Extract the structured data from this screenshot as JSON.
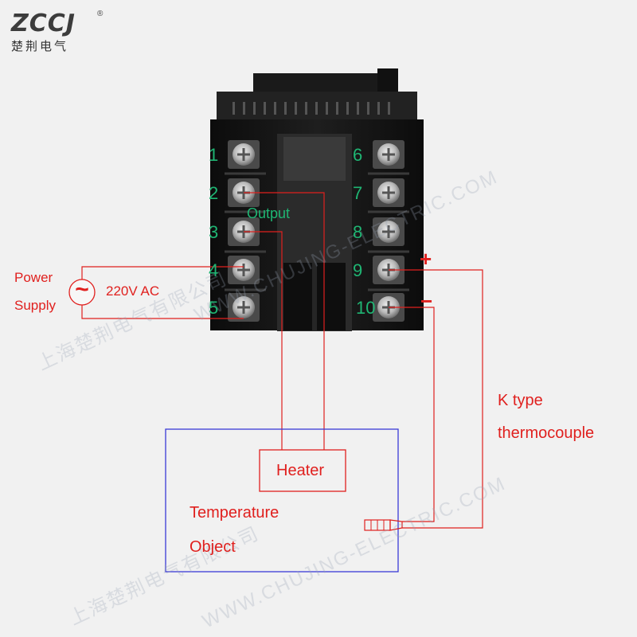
{
  "logo": {
    "brand": "ZCCJ",
    "registered": "®",
    "subtitle": "楚荆电气"
  },
  "terminals": {
    "left": [
      "1",
      "2",
      "3",
      "4",
      "5"
    ],
    "right": [
      "6",
      "7",
      "8",
      "9",
      "10"
    ]
  },
  "labels": {
    "output": "Output",
    "power_line1": "Power",
    "power_line2": "Supply",
    "voltage": "220V AC",
    "ac_symbol": "~",
    "plus": "+",
    "minus": "−",
    "sensor_line1": "K type",
    "sensor_line2": "thermocouple",
    "heater": "Heater",
    "object_line1": "Temperature",
    "object_line2": "Object"
  },
  "watermarks": {
    "url": "WWW.CHUJING-ELECTRIC.COM",
    "company": "上海楚荆电气有限公司"
  },
  "colors": {
    "terminal_numbers": "#1fb573",
    "wires": "#e0201e",
    "object_border": "#3b3bd6",
    "controller_body": "#151515"
  },
  "icons": [
    "screw-terminal-icon",
    "ac-source-icon",
    "thermocouple-probe-icon"
  ]
}
